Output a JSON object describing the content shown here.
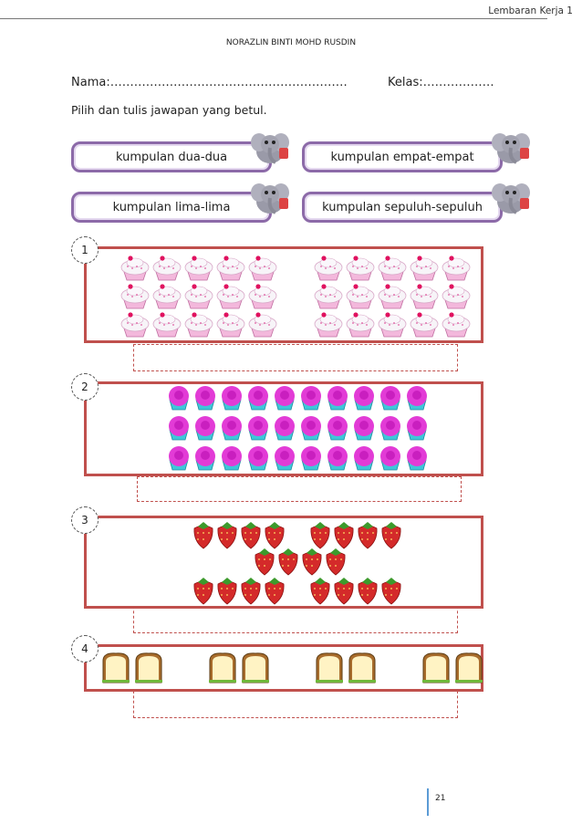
{
  "header": {
    "worksheet_label": "Lembaran Kerja 1",
    "author": "NORAZLIN BINTI MOHD RUSDIN"
  },
  "form": {
    "nama_label": "Nama:……………………………………………………",
    "kelas_label": "Kelas:………………"
  },
  "instruction": "Pilih dan tulis jawapan yang betul.",
  "choices": [
    {
      "label": "kumpulan dua-dua"
    },
    {
      "label": "kumpulan empat-empat"
    },
    {
      "label": "kumpulan lima-lima"
    },
    {
      "label": "kumpulan sepuluh-sepuluh"
    }
  ],
  "questions": [
    {
      "number": "1",
      "item": "cupcake-white"
    },
    {
      "number": "2",
      "item": "cupcake-blue"
    },
    {
      "number": "3",
      "item": "strawberry"
    },
    {
      "number": "4",
      "item": "sandwich"
    }
  ],
  "footer": {
    "page_number": "21"
  },
  "colors": {
    "box_border": "#c0504d",
    "choice_border": "#8c6aa8",
    "page_number_bar": "#5b9bd5"
  }
}
